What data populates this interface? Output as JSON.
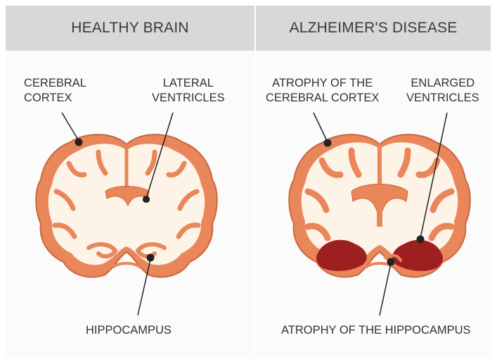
{
  "panels": {
    "healthy": {
      "title": "HEALTHY BRAIN",
      "labels": {
        "cortex": "CEREBRAL\nCORTEX",
        "ventricles": "LATERAL\nVENTRICLES",
        "hippocampus": "HIPPOCAMPUS"
      }
    },
    "alzheimers": {
      "title": "ALZHEIMER'S DISEASE",
      "labels": {
        "cortex": "ATROPHY OF THE\nCEREBRAL CORTEX",
        "ventricles": "ENLARGED\nVENTRICLES",
        "hippocampus": "ATROPHY OF THE HIPPOCAMPUS"
      }
    }
  },
  "colors": {
    "header_bg": "#d8d8d8",
    "brain_fill": "#fdf3e7",
    "cortex_orange": "#e9865a",
    "cortex_outline": "#c9683f",
    "ventricle_dark": "#9e1f1f",
    "pointer": "#222222"
  }
}
